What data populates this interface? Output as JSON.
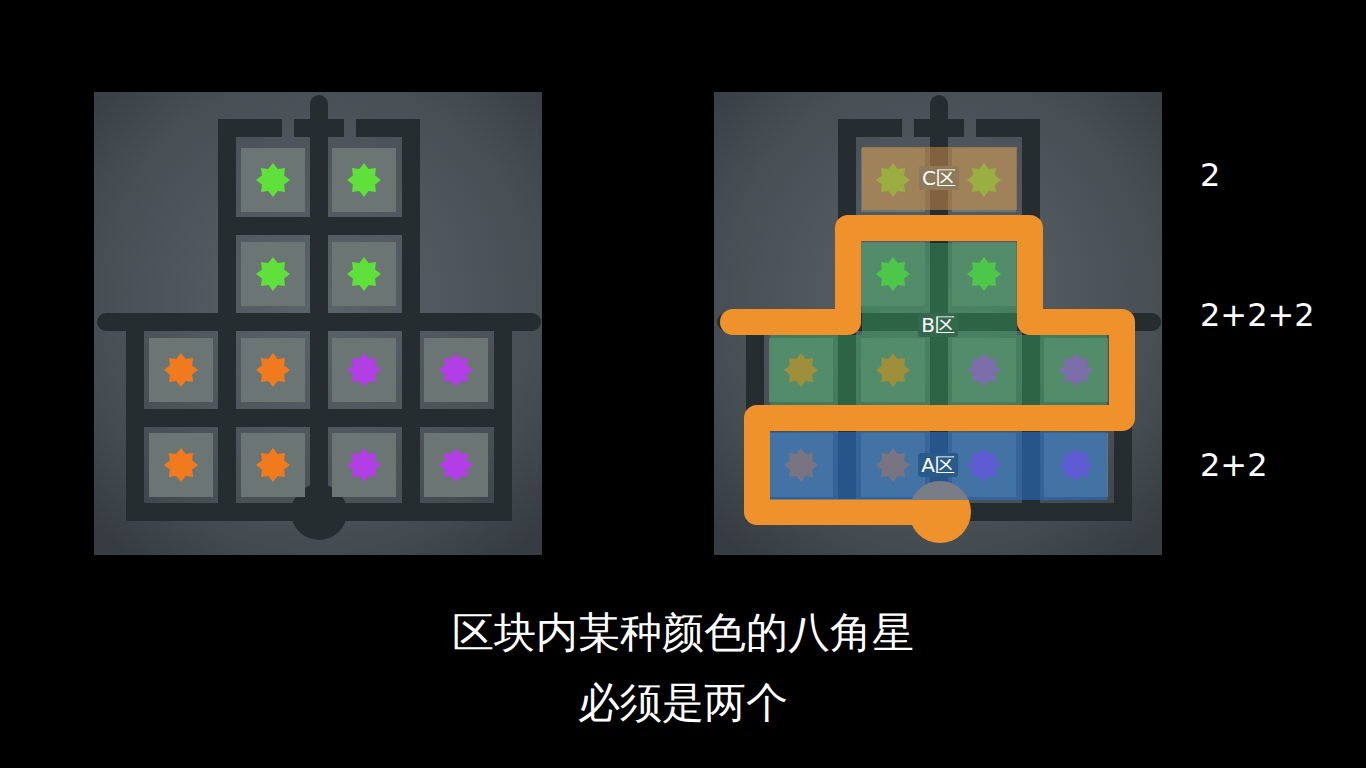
{
  "diagram": {
    "caption": "区块内某种颜色的八角星 必须是两个",
    "nodes": [
      {
        "text": [
          "C区"
        ]
      },
      {
        "text": [
          "B区"
        ]
      },
      {
        "text": [
          "A区"
        ]
      }
    ],
    "labels": [
      "2",
      "2+2+2",
      "2+2"
    ]
  }
}
